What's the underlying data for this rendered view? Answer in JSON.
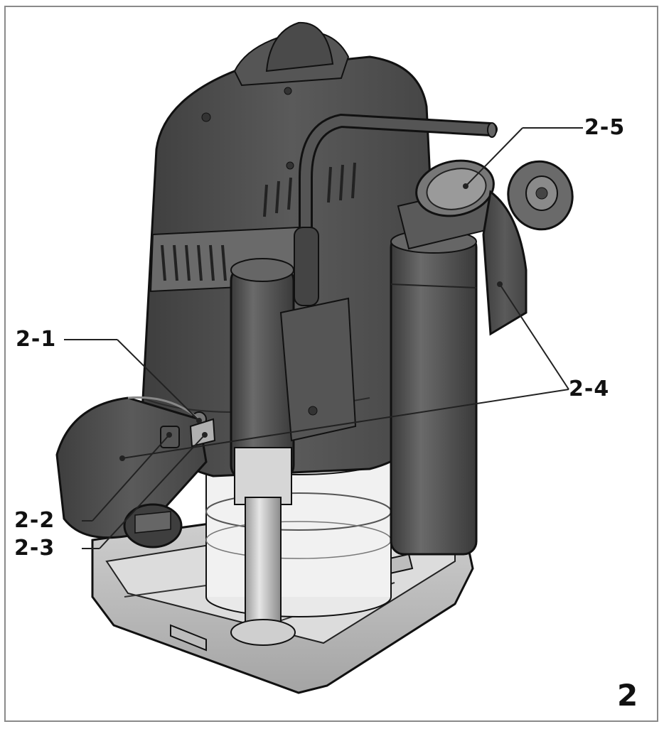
{
  "figure": {
    "number": "2",
    "callouts": [
      {
        "id": "2-1",
        "label": "2-1"
      },
      {
        "id": "2-2",
        "label": "2-2"
      },
      {
        "id": "2-3",
        "label": "2-3"
      },
      {
        "id": "2-4",
        "label": "2-4"
      },
      {
        "id": "2-5",
        "label": "2-5"
      }
    ]
  },
  "colors": {
    "housing_dark": "#4a4a4a",
    "housing_mid": "#5e5e5e",
    "highlight": "#8c8c8c",
    "base_light": "#c8c8c8",
    "base_mid": "#a9a9a9",
    "transparent_ring": "#eeeeee",
    "outline": "#111111",
    "leader": "#222222"
  }
}
